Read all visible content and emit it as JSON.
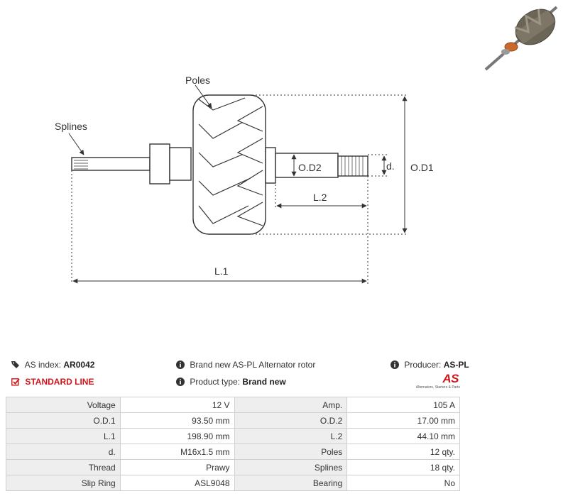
{
  "diagram": {
    "labels": {
      "poles": "Poles",
      "splines": "Splines",
      "od1": "O.D1",
      "od2": "O.D2",
      "d": "d.",
      "l1": "L.1",
      "l2": "L.2"
    }
  },
  "photo_icon": "alternator-rotor-photo",
  "info": {
    "as_index_label": "AS index:",
    "as_index_value": "AR0042",
    "standard_line": "STANDARD LINE",
    "brand_text": "Brand new AS-PL Alternator rotor",
    "product_type_label": "Product type:",
    "product_type_value": "Brand new",
    "producer_label": "Producer:",
    "producer_value": "AS-PL",
    "logo_text": "AS",
    "logo_tagline": "Alternators, Starters & Parts"
  },
  "colors": {
    "accent_red": "#d0161b",
    "table_key_bg": "#eeeeee",
    "table_border": "#cfcfcf"
  },
  "specs": [
    {
      "k1": "Voltage",
      "v1": "12 V",
      "k2": "Amp.",
      "v2": "105 A"
    },
    {
      "k1": "O.D.1",
      "v1": "93.50 mm",
      "k2": "O.D.2",
      "v2": "17.00 mm"
    },
    {
      "k1": "L.1",
      "v1": "198.90 mm",
      "k2": "L.2",
      "v2": "44.10 mm"
    },
    {
      "k1": "d.",
      "v1": "M16x1.5 mm",
      "k2": "Poles",
      "v2": "12 qty."
    },
    {
      "k1": "Thread",
      "v1": "Prawy",
      "k2": "Splines",
      "v2": "18 qty."
    },
    {
      "k1": "Slip Ring",
      "v1": "ASL9048",
      "k2": "Bearing",
      "v2": "No"
    }
  ]
}
